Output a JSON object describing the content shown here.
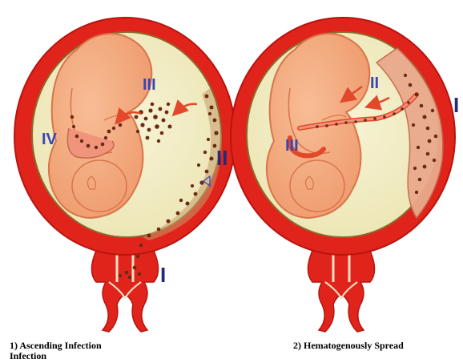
{
  "colors": {
    "uterus_wall": "#e0241c",
    "uterus_wall_dark": "#b8140e",
    "amniotic_fluid": "#f3efc6",
    "amniotic_membrane": "#8a6b2a",
    "fetus_skin": "#f5a77a",
    "fetus_outline": "#d9744a",
    "bacteria": "#6b2a14",
    "numeral_blue": "#3a47b3",
    "numeral_dark": "#222a7a",
    "arrow": "#e2482a"
  },
  "panels": [
    {
      "caption_line1": "1) Ascending Infection",
      "caption_line2": "Infection",
      "labels": {
        "stage_3": "III",
        "stage_4": "IV",
        "stage_2": "II",
        "stage_1": "I"
      }
    },
    {
      "caption_line1": "2) Hematogenously Spread",
      "labels": {
        "stage_2": "II",
        "stage_3": "III",
        "stage_1": "I"
      }
    }
  ]
}
